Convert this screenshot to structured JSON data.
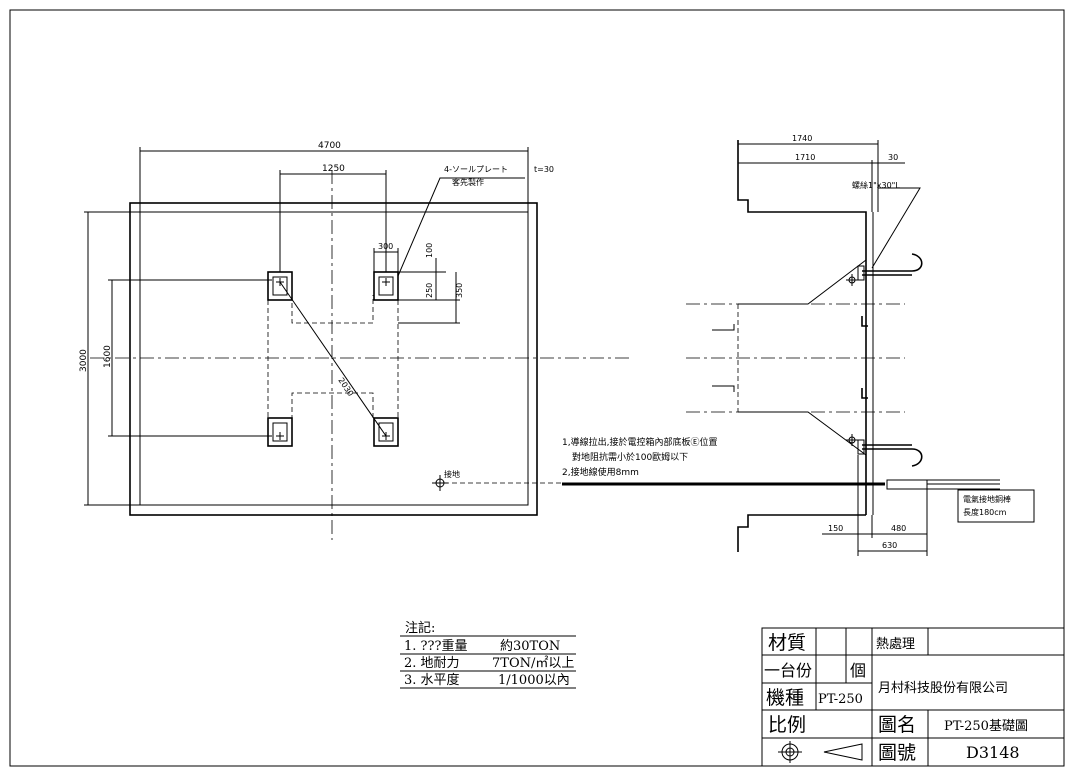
{
  "plan_view": {
    "dims": {
      "overall_width": "4700",
      "pad_spacing": "1250",
      "pad_width": "300",
      "overall_height": "3000",
      "pad_vertical_spacing": "1600",
      "dim_100": "100",
      "dim_250": "250",
      "dim_350": "350",
      "diagonal": "2030"
    },
    "sole_plate_note": "4-ソールプレート",
    "sole_plate_thickness": "t=30",
    "sole_plate_ref": "客先製作",
    "ground_label": "接地"
  },
  "side_view": {
    "dims": {
      "d1740": "1740",
      "d1710": "1710",
      "d30": "30",
      "d150": "150",
      "d480": "480",
      "d630": "630"
    },
    "bolt_note": "螺絲1\"x30\"L",
    "ground_rod_line1": "電氣接地銅棒",
    "ground_rod_line2": "長度180cm"
  },
  "wiring_notes": {
    "line1": "1,導線拉出,接於電控箱內部底板Ⓔ位置",
    "line2": "對地阻抗需小於100歐姆以下",
    "line3": "2,接地線使用8mm"
  },
  "notes_table": {
    "title": "注記:",
    "rows": [
      {
        "item": "1. ???重量",
        "value": "約30TON"
      },
      {
        "item": "2. 地耐力",
        "value": "7TON/㎡以上"
      },
      {
        "item": "3. 水平度",
        "value": "1/1000以內"
      }
    ]
  },
  "title_block": {
    "material_label": "材質",
    "heat_treatment_label": "熱處理",
    "qty_label": "一台份",
    "qty_unit": "個",
    "model_label": "機種",
    "model_value": "PT-250",
    "company": "月村科技股份有限公司",
    "scale_label": "比例",
    "drawing_name_label": "圖名",
    "drawing_name_value": "PT-250基礎圖",
    "drawing_no_label": "圖號",
    "drawing_no_value": "D3148"
  }
}
